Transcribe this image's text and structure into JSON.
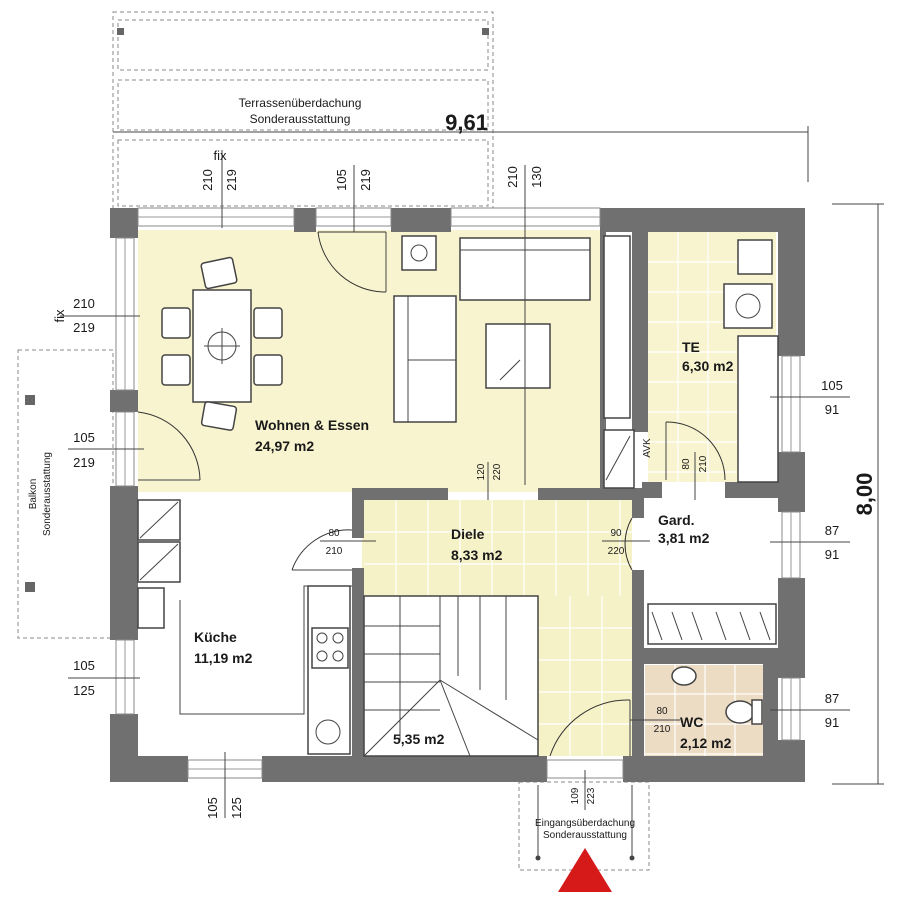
{
  "rooms": {
    "wohnen": {
      "name": "Wohnen & Essen",
      "area": "24,97 m2"
    },
    "te": {
      "name": "TE",
      "area": "6,30 m2"
    },
    "diele": {
      "name": "Diele",
      "area": "8,33 m2"
    },
    "gard": {
      "name": "Gard.",
      "area": "3,81 m2"
    },
    "kueche": {
      "name": "Küche",
      "area": "11,19 m2"
    },
    "stair": {
      "area": "5,35 m2"
    },
    "wc": {
      "name": "WC",
      "area": "2,12 m2"
    }
  },
  "annotations": {
    "terrace_line1": "Terrassenüberdachung",
    "terrace_line2": "Sonderausstattung",
    "balkon_line1": "Balkon",
    "balkon_line2": "Sonderausstattung",
    "entry_line1": "Eingangsüberdachung",
    "entry_line2": "Sonderausstattung",
    "fix": "fix",
    "avk": "AVK"
  },
  "overall_dims": {
    "width": "9,61",
    "depth": "8,00"
  },
  "openings": {
    "top_win_1": {
      "w": "210",
      "h": "219"
    },
    "top_door_1": {
      "w": "105",
      "h": "219"
    },
    "top_win_2": {
      "w": "210",
      "h": "130"
    },
    "left_win_1": {
      "w": "210",
      "h": "219"
    },
    "left_door": {
      "w": "105",
      "h": "219"
    },
    "left_win_kitchen": {
      "w": "105",
      "h": "125"
    },
    "bottom_win_kitchen": {
      "w": "105",
      "h": "125"
    },
    "right_win_te": {
      "w": "105",
      "h": "91"
    },
    "right_win_gard": {
      "w": "87",
      "h": "91"
    },
    "right_win_wc": {
      "w": "87",
      "h": "91"
    },
    "door_diele_top": {
      "w": "120",
      "h": "220"
    },
    "door_te": {
      "w": "80",
      "h": "210"
    },
    "door_kitchen": {
      "w": "80",
      "h": "210"
    },
    "door_gard": {
      "w": "90",
      "h": "220"
    },
    "door_wc": {
      "w": "80",
      "h": "210"
    },
    "entrance": {
      "w": "109",
      "h": "223"
    }
  },
  "colors": {
    "wall": "#707070",
    "living_floor": "#f8f4cf",
    "diele_tile": "#f6f2c8",
    "bath_tile": "#f8f4cf",
    "wc_tile": "#ecdcc4",
    "entry_marker": "#d61a1a"
  }
}
